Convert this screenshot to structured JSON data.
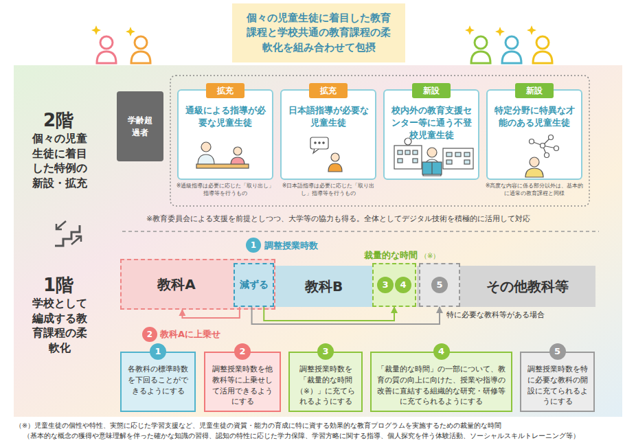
{
  "diagram": {
    "title": "個々の児童生徒に着目した教育課程と学校共通の教育課程の柔軟化を組み合わせて包摂",
    "nodes": [
      {
        "text": [
          "学齢超過者"
        ]
      },
      {
        "text": [
          "通級による指導が必要な児童生徒",
          "※通級指導は必要に応じた「取り出し」指導等を行うもの"
        ]
      },
      {
        "text": [
          "拡充"
        ],
        "in": 1
      },
      {
        "text": [
          "日本語指導が必要な児童生徒",
          "※日本語指導は必要に応じた「取り出し」指導等を行うもの"
        ]
      },
      {
        "text": [
          "拡充"
        ],
        "in": 3
      },
      {
        "text": [
          "校内外の教育支援センター等に通う不登校児童生徒"
        ]
      },
      {
        "text": [
          "新設"
        ],
        "in": 5
      },
      {
        "text": [
          "特定分野に特異な才能のある児童生徒",
          "※高度な内容に係る部分以外は、基本的に通常の教育課程と同様"
        ]
      },
      {
        "text": [
          "新設"
        ],
        "in": 7
      },
      {
        "text": [
          "教科A"
        ]
      },
      {
        "text": [
          "減ずる"
        ],
        "in": 9
      },
      {
        "text": [
          "教科B"
        ]
      },
      {
        "text": [
          "3",
          "4"
        ]
      },
      {
        "text": [
          "その他教科等"
        ]
      },
      {
        "text": [
          "5"
        ],
        "in": 13
      },
      {
        "text": [
          "1",
          "各教科の標準時数を下回ることができるようにする"
        ]
      },
      {
        "text": [
          "2",
          "調整授業時数を他教科等に上乗せして活用できるようにする"
        ]
      },
      {
        "text": [
          "3",
          "調整授業時数を「裁量的な時間（※）」に充てられるようにする"
        ]
      },
      {
        "text": [
          "4",
          "「裁量的な時間」の一部について、教育の質の向上に向けた、授業や指導の改善に直結する組織的な研究・研修等に充てられるようにする"
        ]
      },
      {
        "text": [
          "5",
          "調整授業時数を特に必要な教科の開設に充てられるようにする"
        ]
      }
    ],
    "edges": [
      {
        "from": 10,
        "to": 9,
        "arrow": "to",
        "label": "教科Aに上乗せ"
      },
      {
        "from": 10,
        "to": 12,
        "arrow": "to"
      },
      {
        "from": 10,
        "to": 14,
        "arrow": "to",
        "label": "特に必要な教科等がある場合"
      }
    ],
    "labels": [
      "2階",
      "個々の児童生徒に着目した特例の新設・拡充",
      "※教育委員会による支援を前提としつつ、大学等の協力も得る。全体としてデジタル技術を積極的に活用して対応",
      "1階",
      "学校として編成する教育課程の柔軟化",
      "1",
      "調整授業時数",
      "裁量的な時間",
      "（※）",
      "2",
      "（※）児童生徒の個性や特性、実態に応じた学習支援など、児童生徒の資質・能力の育成に特に資する効果的な教育プログラムを実施するための裁量的な時間",
      "（基本的な概念の獲得や意味理解を伴った確かな知識の習得、認知の特性に応じた学力保障、学習方略に関する指導、個人探究を伴う体験活動、ソーシャルスキルトレーニング等）"
    ]
  }
}
